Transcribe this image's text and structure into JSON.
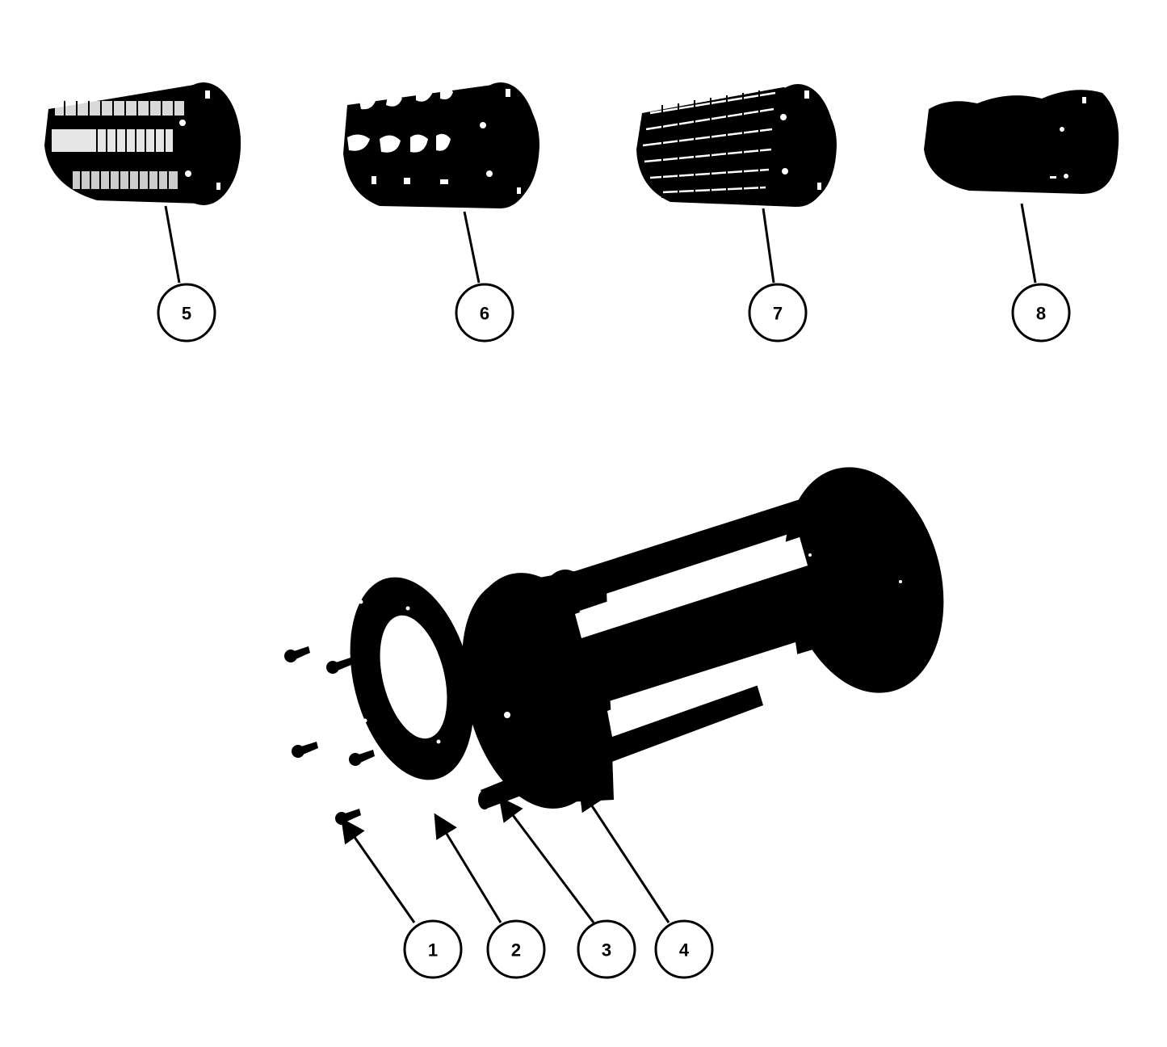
{
  "diagram": {
    "type": "exploded-parts-view",
    "colors": {
      "ink": "#000000",
      "background": "#ffffff"
    },
    "callouts": [
      {
        "id": "1",
        "label": "1",
        "part": "cap-screws"
      },
      {
        "id": "2",
        "label": "2",
        "part": "retaining-ring-flange"
      },
      {
        "id": "3",
        "label": "3",
        "part": "tie-rod"
      },
      {
        "id": "4",
        "label": "4",
        "part": "drum-cage-frame"
      },
      {
        "id": "5",
        "label": "5",
        "part": "grating-drum-fine"
      },
      {
        "id": "6",
        "label": "6",
        "part": "slicing-drum"
      },
      {
        "id": "7",
        "label": "7",
        "part": "grating-drum-medium"
      },
      {
        "id": "8",
        "label": "8",
        "part": "solid-drum"
      }
    ]
  }
}
